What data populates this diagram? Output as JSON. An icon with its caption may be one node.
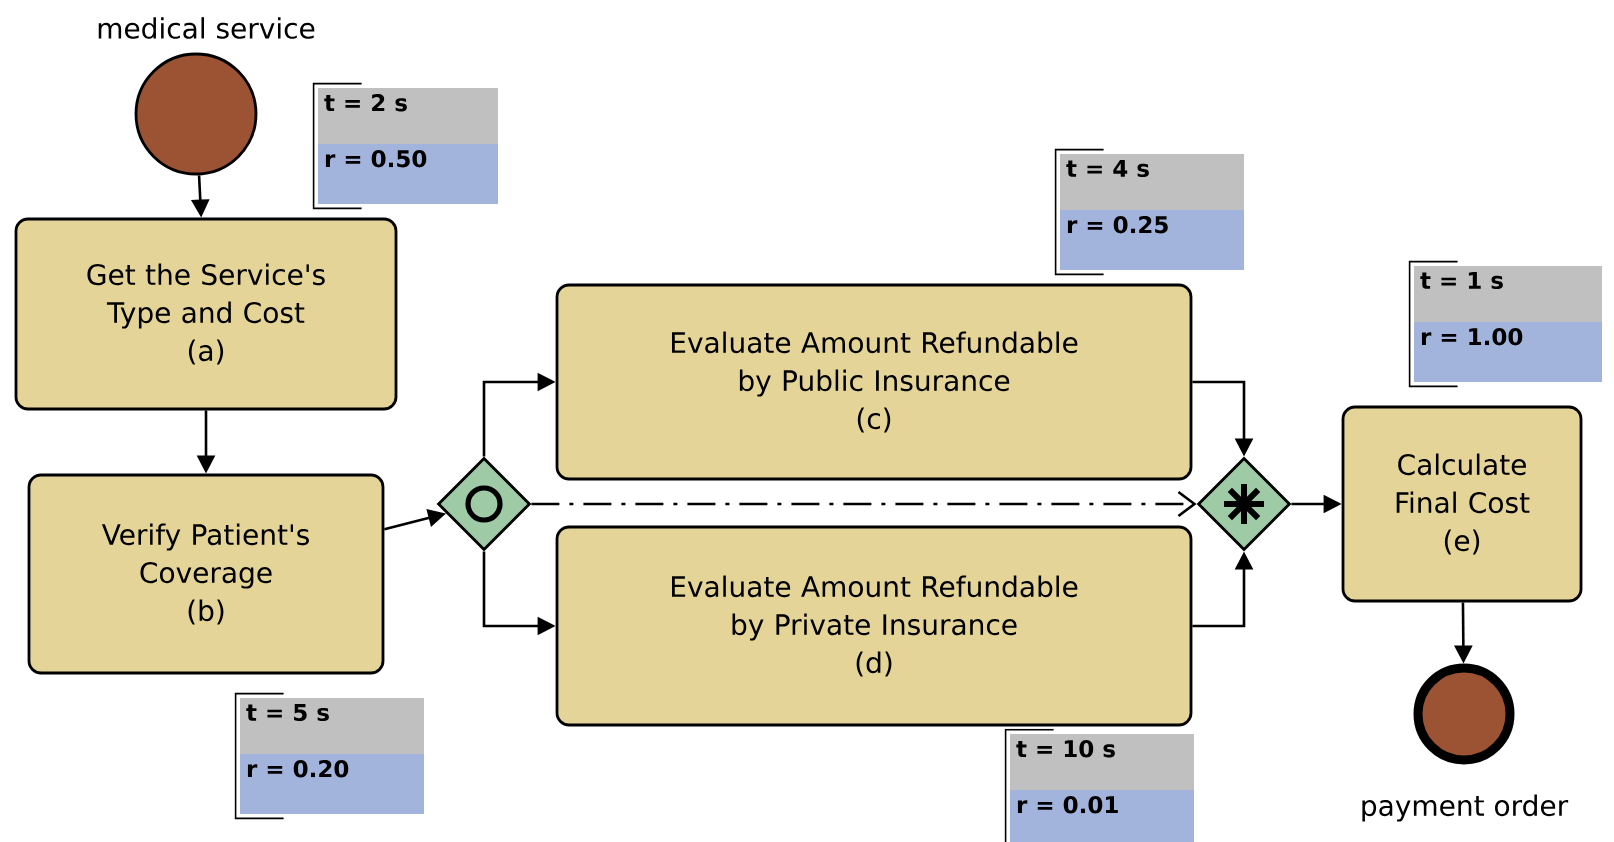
{
  "diagram": {
    "nodes": [
      {
        "text": [],
        "shape": "circle",
        "beside": [
          "medical service"
        ]
      },
      {
        "text": [
          "Get the Service's Type and Cost",
          "(a)"
        ]
      },
      {
        "text": [
          "Verify Patient's Coverage",
          "(b)"
        ]
      },
      {
        "text": [],
        "shape": "diamond"
      },
      {
        "text": [
          "Evaluate Amount Refundable by Public Insurance",
          "(c)"
        ]
      },
      {
        "text": [
          "Evaluate Amount Refundable by Private Insurance",
          "(d)"
        ]
      },
      {
        "text": [],
        "shape": "diamond"
      },
      {
        "text": [
          "Calculate Final Cost",
          "(e)"
        ]
      },
      {
        "text": [],
        "shape": "circle",
        "beside": [
          "payment order"
        ]
      },
      {
        "text": [
          "t = 2 s",
          "r = 0.50"
        ]
      },
      {
        "text": [
          "t = 5 s",
          "r = 0.20"
        ]
      },
      {
        "text": [
          "t = 4 s",
          "r = 0.25"
        ]
      },
      {
        "text": [
          "t = 10 s",
          "r = 0.01"
        ]
      },
      {
        "text": [
          "t = 1 s",
          "r = 1.00"
        ]
      }
    ],
    "edges": [
      {
        "from": 0,
        "to": 1,
        "arrow": "to"
      },
      {
        "from": 1,
        "to": 2,
        "arrow": "to"
      },
      {
        "from": 2,
        "to": 3,
        "arrow": "to"
      },
      {
        "from": 3,
        "to": 4,
        "arrow": "to"
      },
      {
        "from": 3,
        "to": 5,
        "arrow": "to"
      },
      {
        "from": 3,
        "to": 6,
        "arrow": "to",
        "style": "dashed"
      },
      {
        "from": 4,
        "to": 6,
        "arrow": "to"
      },
      {
        "from": 5,
        "to": 6,
        "arrow": "to"
      },
      {
        "from": 6,
        "to": 7,
        "arrow": "to"
      },
      {
        "from": 7,
        "to": 8,
        "arrow": "to"
      }
    ]
  }
}
